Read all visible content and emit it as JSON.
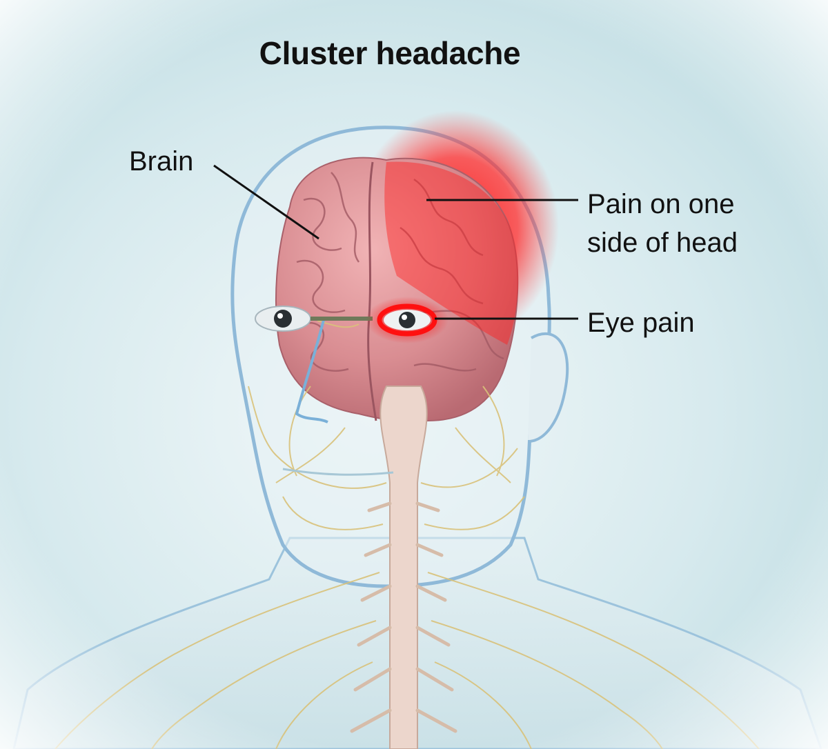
{
  "title": "Cluster headache",
  "labels": {
    "brain": "Brain",
    "pain_side_line1": "Pain on one",
    "pain_side_line2": "side of head",
    "eye_pain": "Eye pain"
  },
  "colors": {
    "background": "#cfe6ea",
    "pain_red": "#e8141b",
    "brain_pink": "#d48a8e",
    "nerve_yellow": "#d9c27a",
    "head_outline": "#8fb9d8"
  }
}
